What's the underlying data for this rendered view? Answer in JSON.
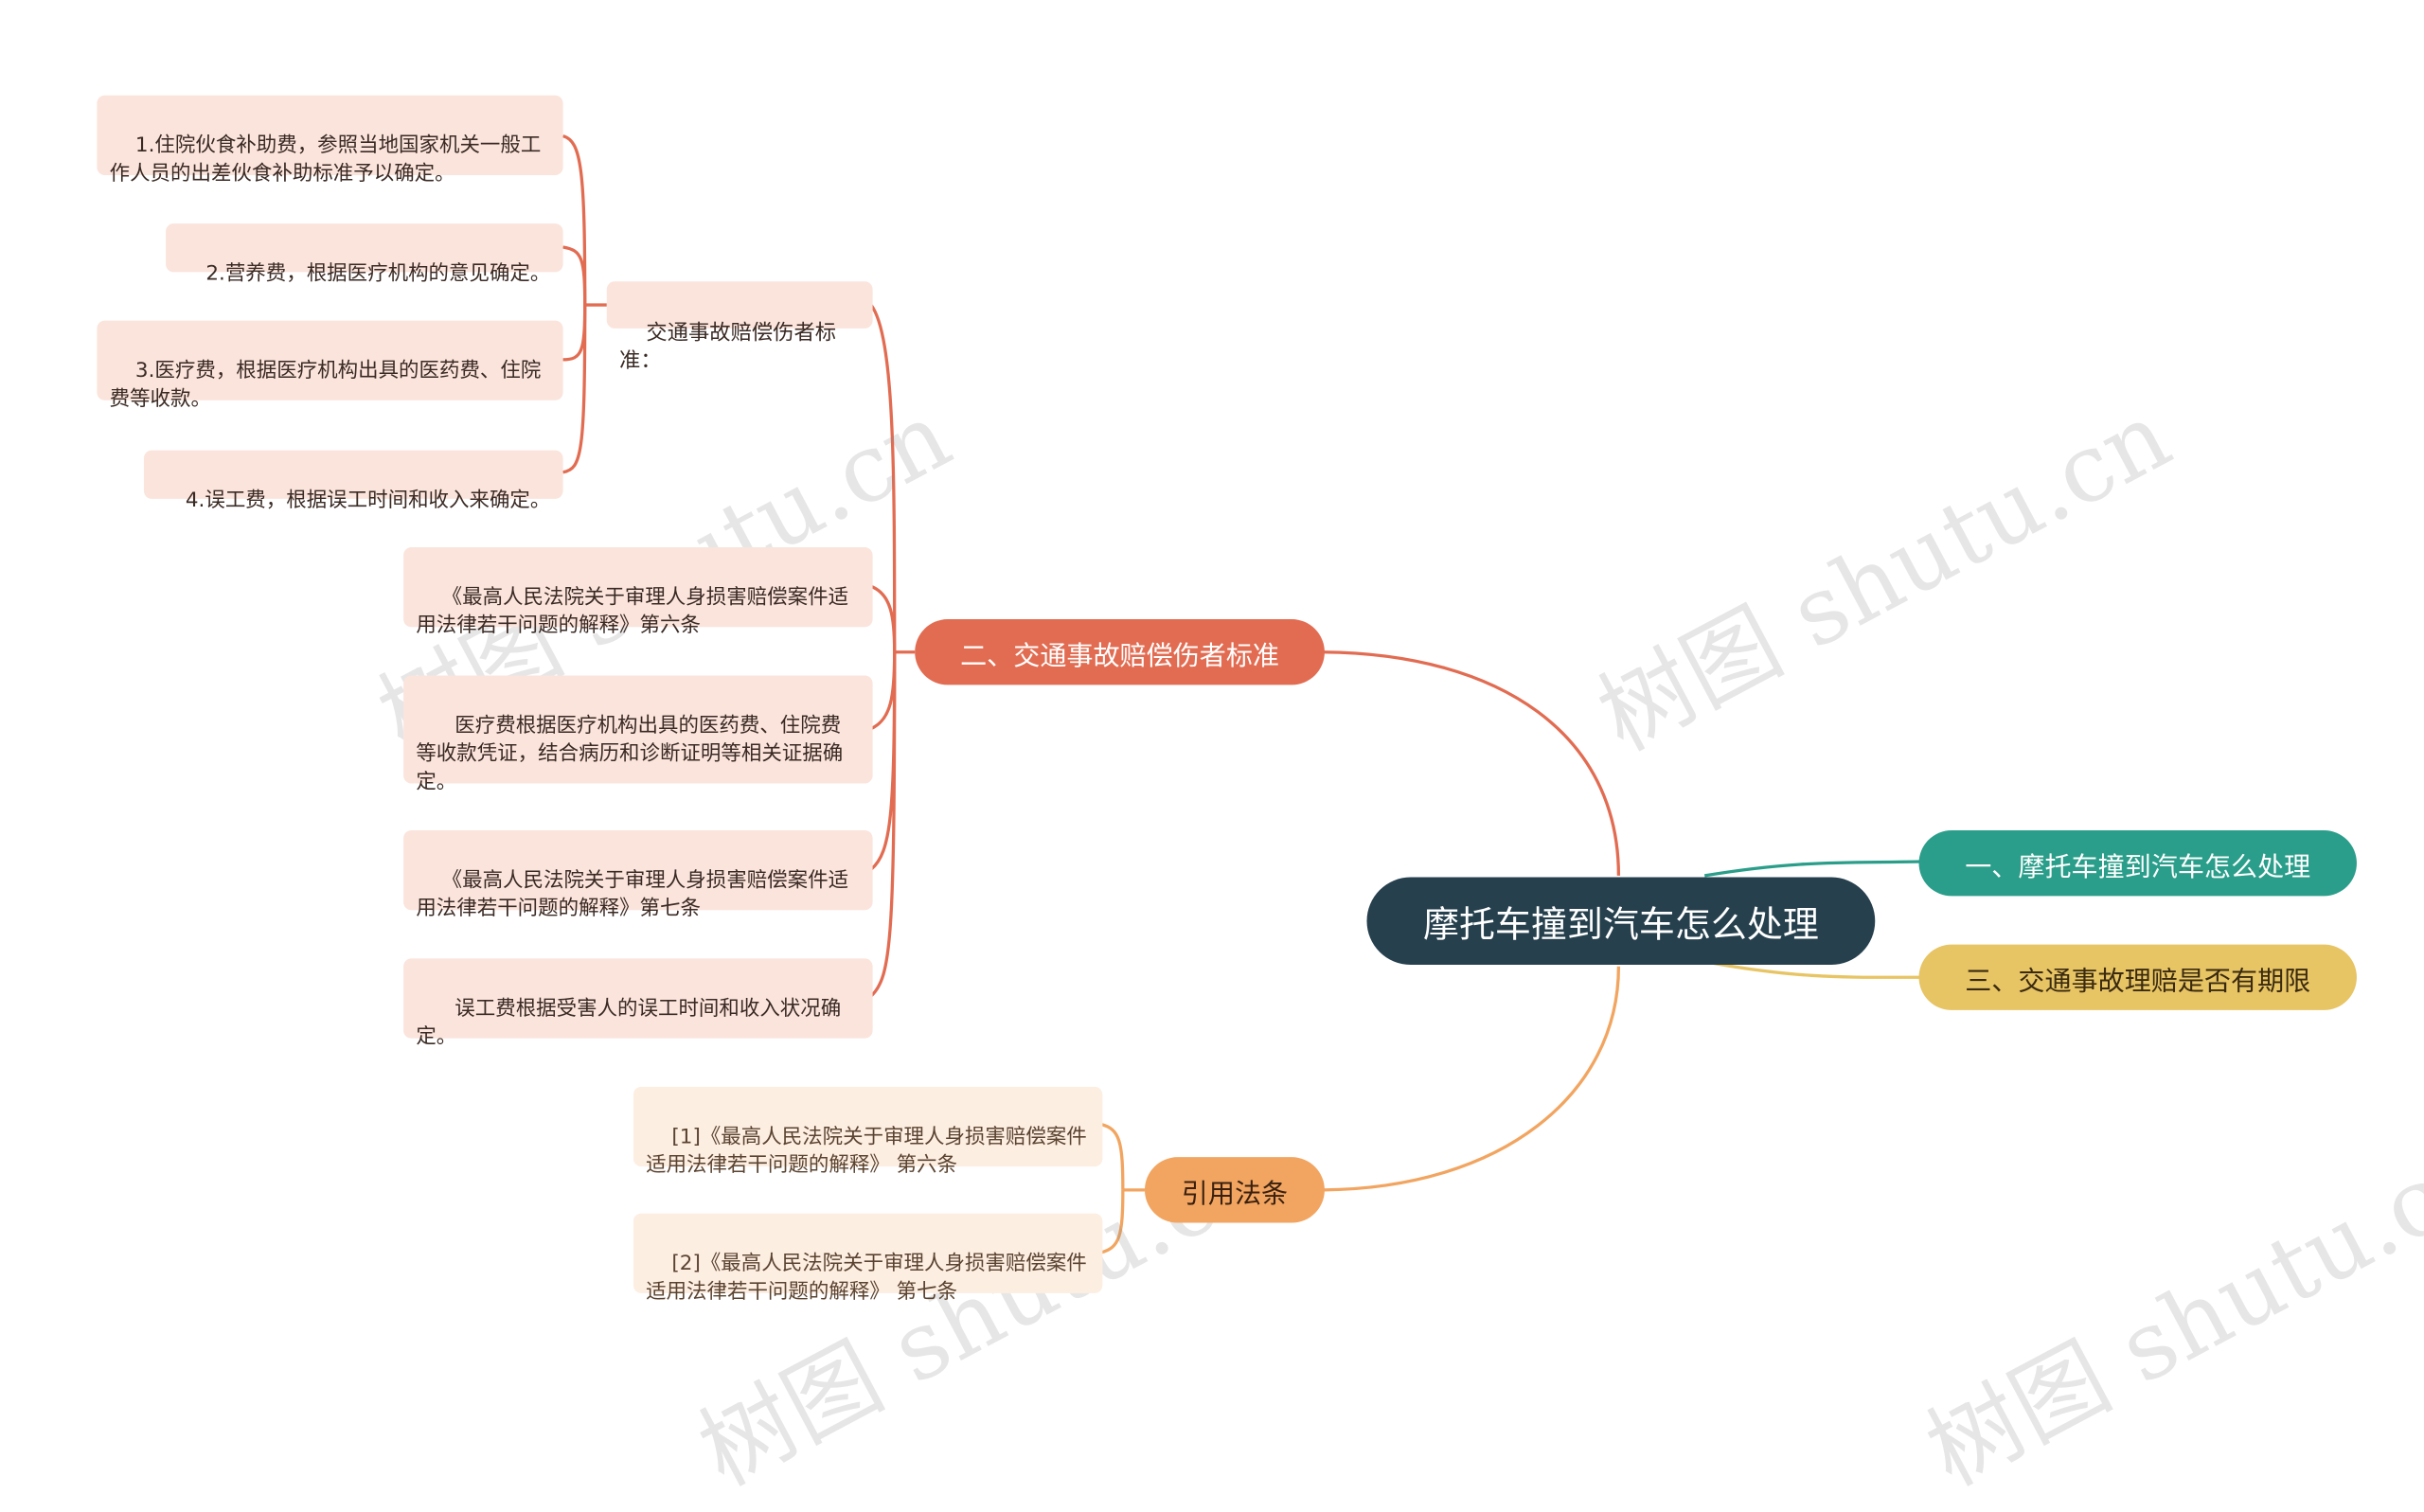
{
  "root": {
    "label": "摩托车撞到汽车怎么处理",
    "color": "#26404e"
  },
  "right_branches": [
    {
      "label": "一、摩托车撞到汽车怎么处理",
      "color": "#2a9e8a"
    },
    {
      "label": "三、交通事故理赔是否有期限",
      "color": "#e7c464"
    }
  ],
  "branch_two": {
    "label": "二、交通事故赔偿伤者标准",
    "color": "#e26c52",
    "sub_label": "交通事故赔偿伤者标准：",
    "sub_items": [
      "1.住院伙食补助费，参照当地国家机关一般工作人员的出差伙食补助标准予以确定。",
      "2.营养费，根据医疗机构的意见确定。",
      "3.医疗费，根据医疗机构出具的医药费、住院费等收款。",
      "4.误工费，根据误工时间和收入来确定。"
    ],
    "items": [
      "《最高人民法院关于审理人身损害赔偿案件适用法律若干问题的解释》第六条",
      "  医疗费根据医疗机构出具的医药费、住院费等收款凭证，结合病历和诊断证明等相关证据确定。",
      "《最高人民法院关于审理人身损害赔偿案件适用法律若干问题的解释》第七条",
      "  误工费根据受害人的误工时间和收入状况确定。"
    ]
  },
  "branch_cite": {
    "label": "引用法条",
    "color": "#f2a560",
    "items": [
      "[1]《最高人民法院关于审理人身损害赔偿案件适用法律若干问题的解释》 第六条",
      "[2]《最高人民法院关于审理人身损害赔偿案件适用法律若干问题的解释》 第七条"
    ]
  },
  "watermark": "树图 shutu.cn"
}
